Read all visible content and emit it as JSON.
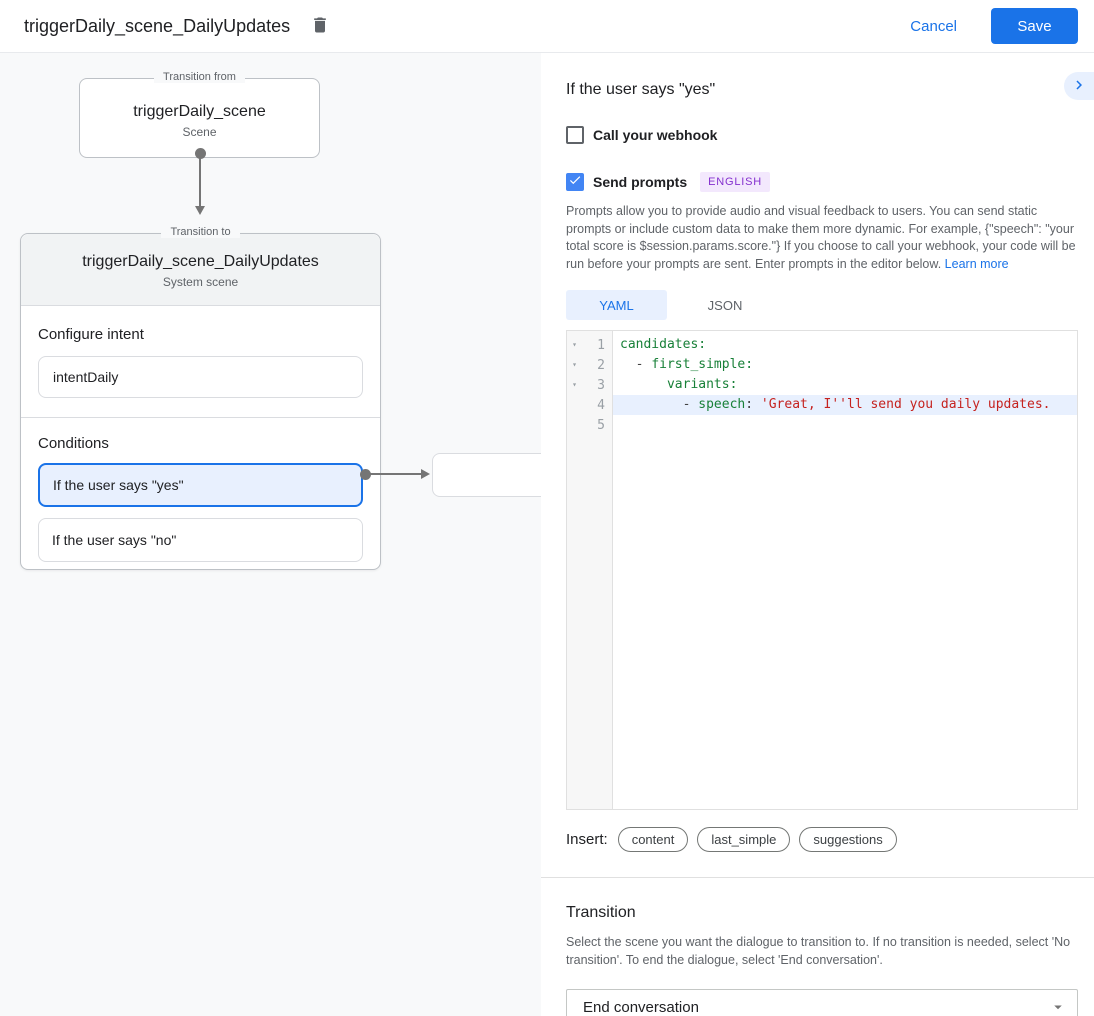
{
  "topbar": {
    "title": "triggerDaily_scene_DailyUpdates",
    "cancel_label": "Cancel",
    "save_label": "Save"
  },
  "diagram": {
    "from_node": {
      "legend": "Transition from",
      "title": "triggerDaily_scene",
      "subtitle": "Scene"
    },
    "to_node": {
      "legend": "Transition to",
      "title": "triggerDaily_scene_DailyUpdates",
      "subtitle": "System scene",
      "configure_intent_label": "Configure intent",
      "intent_value": "intentDaily",
      "conditions_label": "Conditions",
      "conditions": [
        {
          "label": "If the user says \"yes\"",
          "selected": true
        },
        {
          "label": "If the user says \"no\"",
          "selected": false
        }
      ]
    }
  },
  "panel": {
    "heading": "If the user says \"yes\"",
    "webhook": {
      "label": "Call your webhook",
      "checked": false
    },
    "send_prompts": {
      "label": "Send prompts",
      "checked": true,
      "badge": "ENGLISH"
    },
    "description": "Prompts allow you to provide audio and visual feedback to users. You can send static prompts or include custom data to make them more dynamic. For example, {\"speech\": \"your total score is $session.params.score.\"} If you choose to call your webhook, your code will be run before your prompts are sent. Enter prompts in the editor below. ",
    "learn_more_label": "Learn more",
    "tabs": [
      {
        "label": "YAML",
        "active": true
      },
      {
        "label": "JSON",
        "active": false
      }
    ],
    "editor": {
      "lines": [
        {
          "num": "1",
          "fold": true,
          "highlight": false,
          "tokens": [
            {
              "text": "candidates:",
              "type": "key"
            }
          ]
        },
        {
          "num": "2",
          "fold": true,
          "highlight": false,
          "tokens": [
            {
              "text": "  - ",
              "type": "plain"
            },
            {
              "text": "first_simple:",
              "type": "key"
            }
          ]
        },
        {
          "num": "3",
          "fold": true,
          "highlight": false,
          "tokens": [
            {
              "text": "      ",
              "type": "plain"
            },
            {
              "text": "variants:",
              "type": "key"
            }
          ]
        },
        {
          "num": "4",
          "fold": false,
          "highlight": true,
          "tokens": [
            {
              "text": "        - ",
              "type": "plain"
            },
            {
              "text": "speech",
              "type": "key"
            },
            {
              "text": ": ",
              "type": "plain"
            },
            {
              "text": "'Great, I''ll send you daily updates.",
              "type": "string"
            }
          ]
        },
        {
          "num": "5",
          "fold": false,
          "highlight": false,
          "tokens": []
        }
      ]
    },
    "insert": {
      "label": "Insert:",
      "buttons": [
        "content",
        "last_simple",
        "suggestions"
      ]
    },
    "transition": {
      "heading": "Transition",
      "description": "Select the scene you want the dialogue to transition to. If no transition is needed, select 'No transition'. To end the dialogue, select 'End conversation'.",
      "selected_value": "End conversation"
    }
  },
  "colors": {
    "accent_blue": "#1a73e8",
    "checkbox_blue": "#4285f4",
    "selection_blue_bg": "#e8f0fe",
    "badge_purple_bg": "#f3e8fd",
    "badge_purple_text": "#8430ce",
    "code_key_green": "#188038",
    "code_string_red": "#c5221f",
    "canvas_gray": "#f8f9fa"
  }
}
